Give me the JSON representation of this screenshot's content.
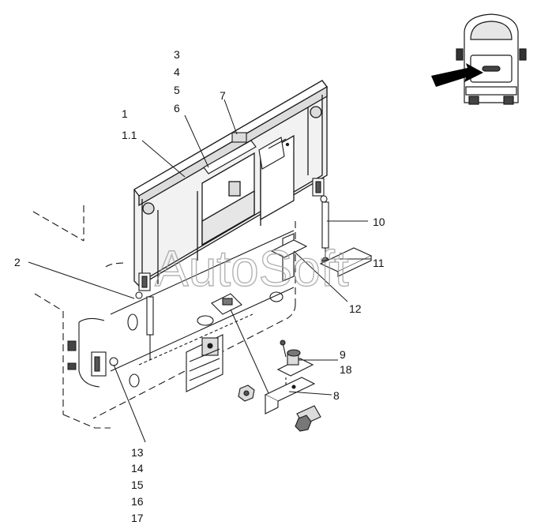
{
  "watermark": "AutoSoft",
  "callouts": {
    "c3": "3",
    "c4": "4",
    "c5": "5",
    "c6": "6",
    "c7": "7",
    "c1": "1",
    "c1_1": "1.1",
    "c2": "2",
    "c10": "10",
    "c11": "11",
    "c12": "12",
    "c9": "9",
    "c18": "18",
    "c8": "8",
    "c13": "13",
    "c14": "14",
    "c15": "15",
    "c16": "16",
    "c17": "17"
  },
  "colors": {
    "line": "#1a1a1a",
    "fill_light": "#f2f2f2",
    "fill_mid": "#dcdcdc",
    "fill_dark": "#555555",
    "arrow": "#000000"
  }
}
